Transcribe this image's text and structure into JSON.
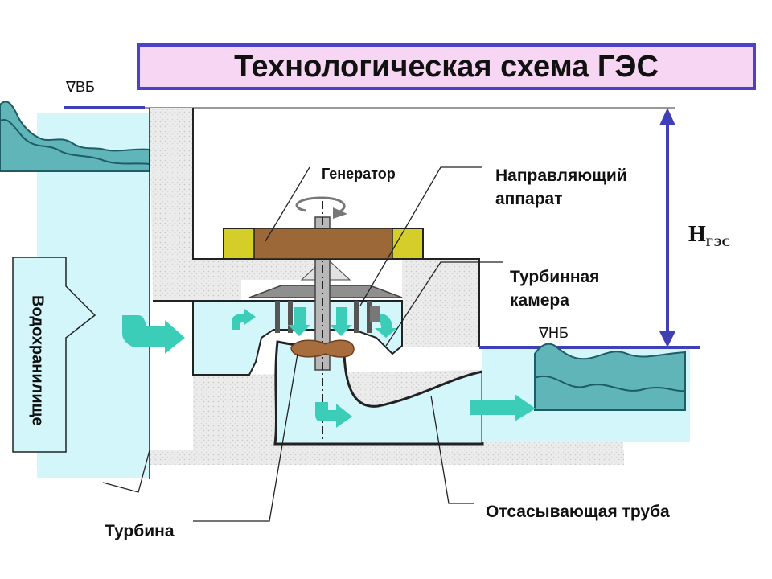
{
  "title": "Технологическая схема ГЭС",
  "labels": {
    "upper_level": "∇ВБ",
    "lower_level": "∇НБ",
    "reservoir": "Водохранилище",
    "generator": "Генератор",
    "guide_apparatus_line1": "Направляющий",
    "guide_apparatus_line2": "аппарат",
    "turbine_chamber_line1": "Турбинная",
    "turbine_chamber_line2": "камера",
    "head_main": "Н",
    "head_sub": "ГЭС",
    "draft_tube": "Отсасывающая труба",
    "turbine": "Турбина"
  },
  "colors": {
    "title_fill": "#f6d6f2",
    "title_border": "#4b42c8",
    "water": "#d3f6fb",
    "wave": "#5fb5b8",
    "wave_dark": "#1e5c66",
    "concrete": "#e9e9e9",
    "generator_core": "#9c6838",
    "generator_ends": "#d4cd2a",
    "arrow": "#3ccdb8",
    "head_line": "#3f3fb8"
  }
}
